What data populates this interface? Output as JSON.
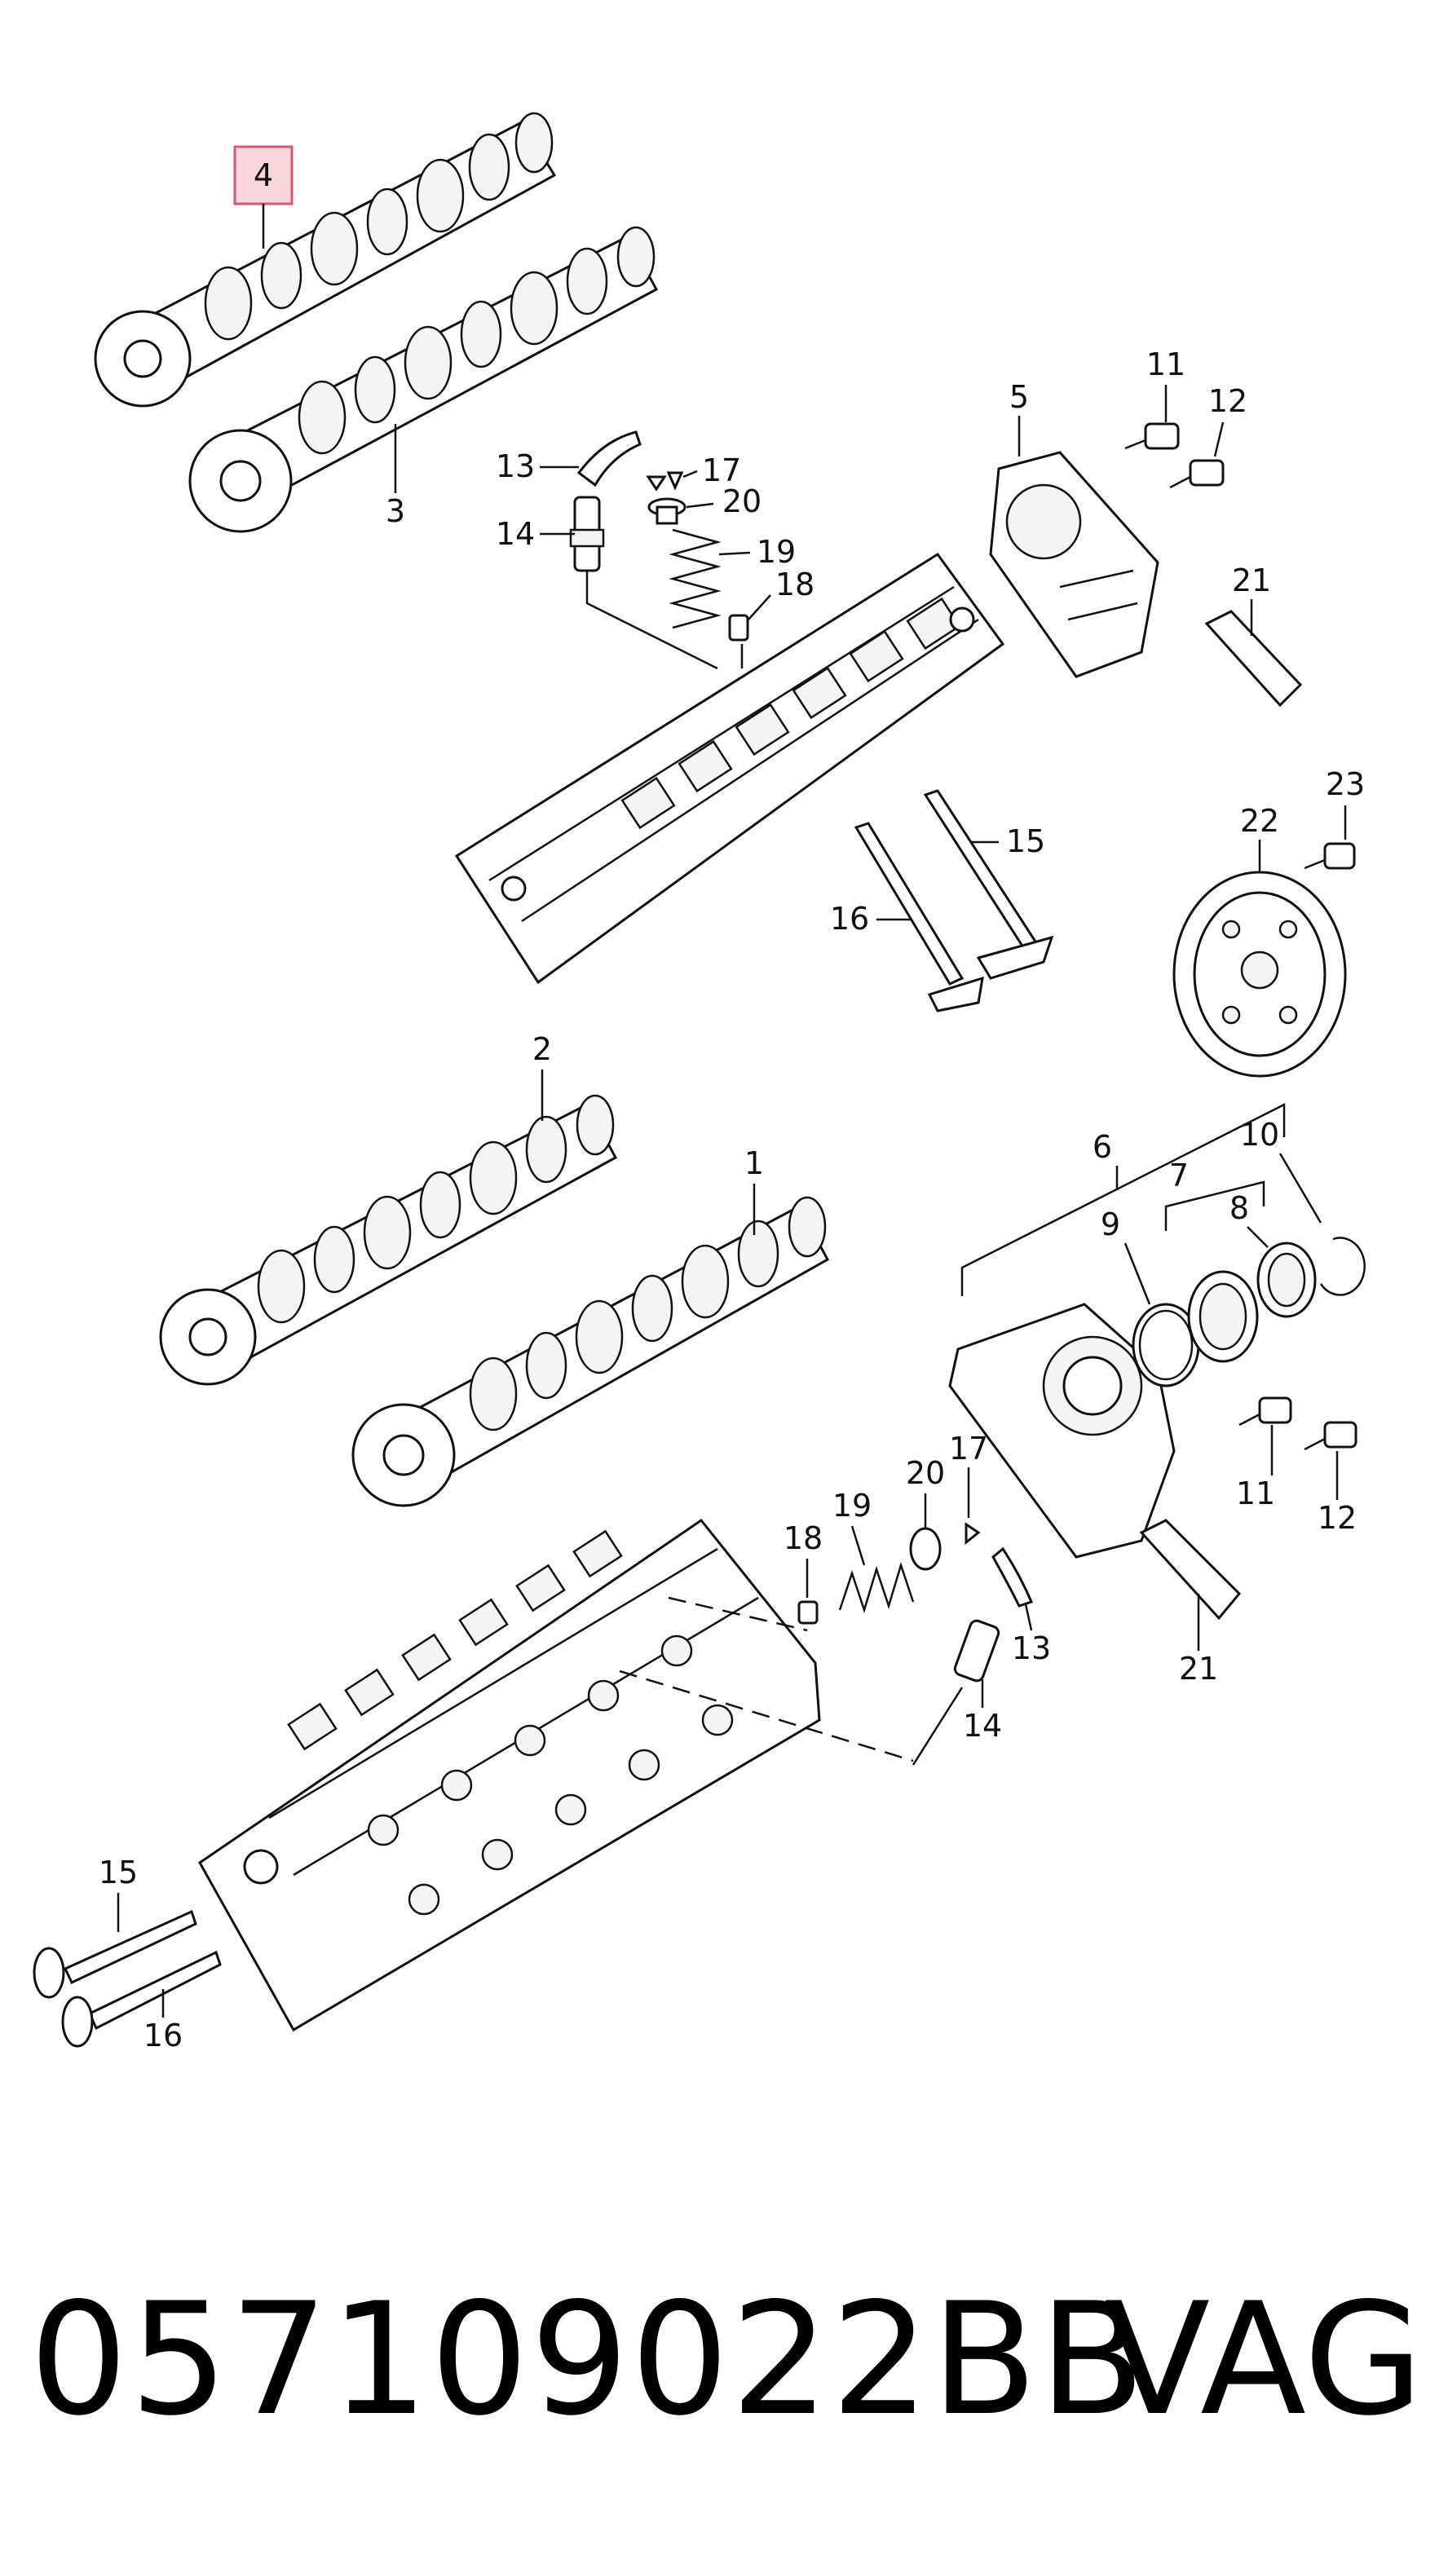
{
  "callouts": {
    "c4_top": "4",
    "c3_top": "3",
    "c13_top": "13",
    "c14_top": "14",
    "c17_top": "17",
    "c20_top": "20",
    "c19_top": "19",
    "c18_top": "18",
    "c5": "5",
    "c11_top": "11",
    "c12_top": "12",
    "c21_top": "21",
    "c15_top": "15",
    "c16_top": "16",
    "c22": "22",
    "c23": "23",
    "c2": "2",
    "c1": "1",
    "c6": "6",
    "c7": "7",
    "c8": "8",
    "c9": "9",
    "c10": "10",
    "c11_bot": "11",
    "c12_bot": "12",
    "c20_bot": "20",
    "c17_bot": "17",
    "c19_bot": "19",
    "c18_bot": "18",
    "c13_bot": "13",
    "c14_bot": "14",
    "c21_bot": "21",
    "c15_bot": "15",
    "c16_bot": "16"
  },
  "footer": {
    "part_number": "057109022BB",
    "brand": "VAG"
  },
  "colors": {
    "highlight_fill": "#f9d6dc",
    "highlight_stroke": "#d9576e",
    "line": "#111111"
  }
}
